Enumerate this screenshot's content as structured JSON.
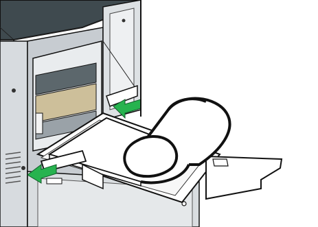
{
  "illustration": {
    "colors": {
      "outline": "#111111",
      "body_gray": "#c7ccd1",
      "body_light": "#e3e6ea",
      "body_dark": "#8f969d",
      "panel_dark": "#4e5a5f",
      "roller_tan": "#cdbf9a",
      "paper": "#ffffff",
      "arrow_green": "#27b34f"
    },
    "icons": [
      "bypass-tray",
      "paper-roll",
      "paper-guide",
      "push-arrow"
    ]
  }
}
